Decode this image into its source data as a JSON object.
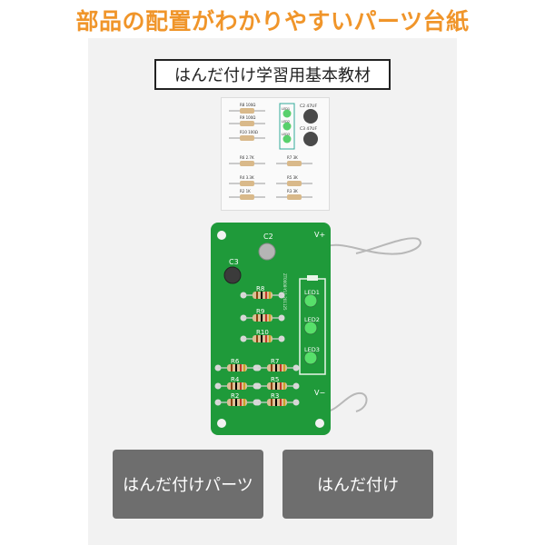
{
  "headline": "部品の配置がわかりやすいパーツ台紙",
  "label_box": "はんだ付け学習用基本教材",
  "sheet": {
    "resistors": [
      {
        "label": "R8  100Ω"
      },
      {
        "label": "R9  100Ω"
      },
      {
        "label": "R10 100Ω"
      },
      {
        "label": "R6  2.7K"
      },
      {
        "label": "R7  3K"
      },
      {
        "label": "R4  3.3K"
      },
      {
        "label": "R5  3K"
      },
      {
        "label": "R2  1K"
      },
      {
        "label": "R3  3K"
      }
    ],
    "leds": [
      "LED1",
      "LED2",
      "LED3"
    ],
    "caps": [
      "C2 47UF",
      "C3 47UF"
    ]
  },
  "board": {
    "caps": [
      "C2",
      "C3"
    ],
    "resistors": [
      "R8",
      "R9",
      "R10",
      "R6",
      "R7",
      "R4",
      "R5",
      "R2",
      "R3"
    ],
    "leds": [
      "LED1",
      "LED2",
      "LED3"
    ],
    "v_plus": "V+",
    "v_minus": "V−",
    "code": "ZT0008-Y11-201125"
  },
  "buttons": {
    "parts": "はんだ付けパーツ",
    "solder": "はんだ付け"
  },
  "colors": {
    "headline": "#f0952a",
    "pcb": "#1f9a3a",
    "button": "#6e6e6e"
  }
}
